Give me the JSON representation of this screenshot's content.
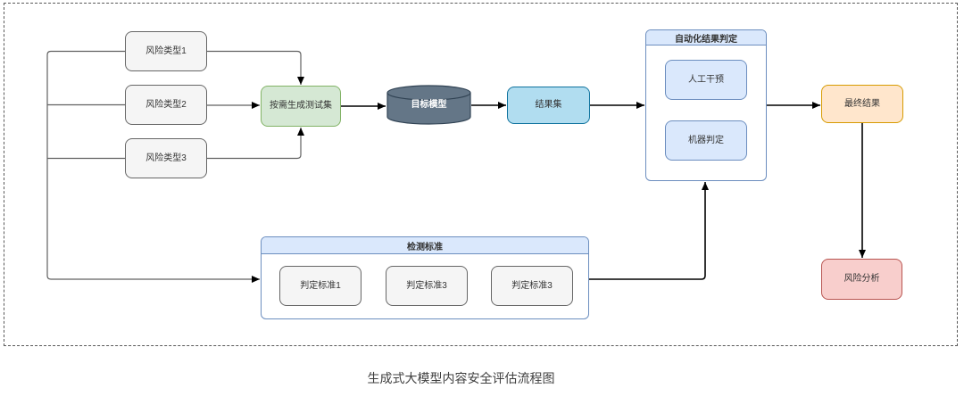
{
  "diagram": {
    "caption": "生成式大模型内容安全评估流程图",
    "risk_types": [
      "风险类型1",
      "风险类型2",
      "风险类型3"
    ],
    "testset_label": "按需生成测试集",
    "model_label": "目标模型",
    "resultset_label": "结果集",
    "auto_judge": {
      "title": "自动化结果判定",
      "items": [
        "人工干预",
        "机器判定"
      ]
    },
    "final_label": "最终结果",
    "risk_analysis_label": "风险分析",
    "standards": {
      "title": "检测标准",
      "items": [
        "判定标准1",
        "判定标准3",
        "判定标准3"
      ]
    },
    "colors": {
      "risk_type_fill": "#f5f5f5",
      "risk_type_border": "#666666",
      "testset_fill": "#d5e8d4",
      "testset_border": "#82b366",
      "model_fill": "#647687",
      "model_border": "#314354",
      "resultset_fill": "#b1ddf0",
      "resultset_border": "#10739e",
      "judge_fill": "#dae8fc",
      "judge_border": "#6c8ebf",
      "final_fill": "#ffe6cc",
      "final_border": "#d79b00",
      "risk_analysis_fill": "#f8cecc",
      "risk_analysis_border": "#b85450",
      "connector": "#000000",
      "branch_connector": "#616161",
      "frame_border": "#595959"
    }
  }
}
